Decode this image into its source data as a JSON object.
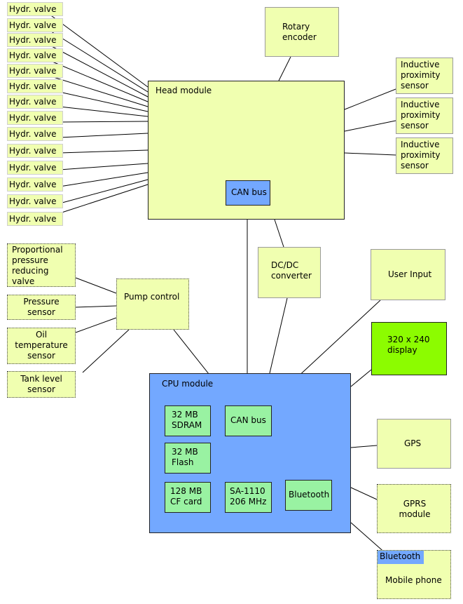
{
  "valves": [
    "Hydr. valve",
    "Hydr. valve",
    "Hydr. valve",
    "Hydr. valve",
    "Hydr. valve",
    "Hydr. valve",
    "Hydr. valve",
    "Hydr. valve",
    "Hydr. valve",
    "Hydr. valve",
    "Hydr. valve",
    "Hydr. valve",
    "Hydr. valve",
    "Hydr. valve"
  ],
  "rotary_encoder": "Rotary\nencoder",
  "head_module": "Head module",
  "head_can_bus": "CAN bus",
  "inductive": [
    "Inductive\nproximity\nsensor",
    "Inductive\nproximity\nsensor",
    "Inductive\nproximity\nsensor"
  ],
  "dcdc": "DC/DC\nconverter",
  "user_input": "User Input",
  "display": "320 x 240\ndisplay",
  "pump_control": "Pump control",
  "prop_valve": "Proportional\npressure\nreducing\nvalve",
  "pressure_sensor": "Pressure\nsensor",
  "oil_temp": "Oil\ntemperature\nsensor",
  "tank_level": "Tank level\nsensor",
  "cpu_module": "CPU module",
  "sdram": "32 MB\nSDRAM",
  "flash": "32 MB\nFlash",
  "cf_card": "128 MB\nCF card",
  "cpu_can_bus": "CAN bus",
  "sa1110": "SA-1110\n206 MHz",
  "bluetooth": "Bluetooth",
  "gps": "GPS",
  "gprs": "GPRS\nmodule",
  "phone_bluetooth": "Bluetooth",
  "mobile_phone": "Mobile phone",
  "colors": {
    "pale_yellow": "#f0ffb0",
    "blue": "#73a8ff",
    "green": "#99f2a2",
    "lime": "#8cfc00"
  }
}
